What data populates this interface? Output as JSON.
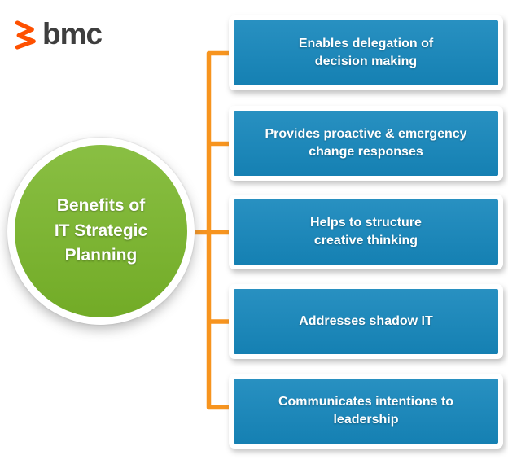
{
  "logo": {
    "text": "bmc",
    "brand_orange": "#FE5000",
    "text_color": "#3E3E3E"
  },
  "diagram": {
    "type": "hub-and-spoke",
    "connector_color": "#F7941E",
    "hub": {
      "label": "Benefits of\nIT Strategic\nPlanning",
      "fill": "#79B629",
      "text_color": "#FFFFFF"
    },
    "node_fill": "#1687BC",
    "node_text_color": "#FFFFFF",
    "nodes": [
      {
        "label": "Enables delegation of\ndecision making"
      },
      {
        "label": "Provides proactive & emergency\nchange responses"
      },
      {
        "label": "Helps to structure\ncreative thinking"
      },
      {
        "label": "Addresses shadow IT"
      },
      {
        "label": "Communicates intentions to\nleadership"
      }
    ]
  }
}
